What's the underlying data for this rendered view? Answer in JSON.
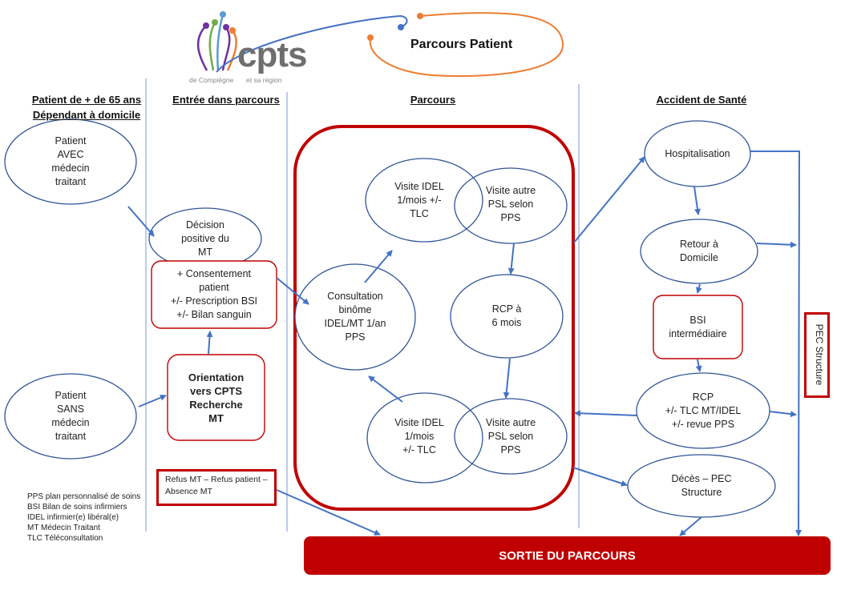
{
  "header": {
    "logo": {
      "brand": "cpts",
      "subtitle_left": "de Compiègne",
      "subtitle_right": "et sa région"
    },
    "title": "Parcours Patient"
  },
  "columns": [
    {
      "id": "patient",
      "label_line1": "Patient de + de 65 ans",
      "label_line2": "Dépendant à domicile"
    },
    {
      "id": "entree",
      "label": "Entrée dans parcours"
    },
    {
      "id": "parcours",
      "label": "Parcours"
    },
    {
      "id": "accident",
      "label": "Accident de Santé"
    }
  ],
  "nodes": {
    "patient_avec": "Patient\nAVEC\nmédecin\ntraitant",
    "patient_sans": "Patient\nSANS\nmédecin\ntraitant",
    "decision": "Décision\npositive du\nMT",
    "consentement": "+ Consentement\npatient\n+/- Prescription BSI\n+/- Bilan sanguin",
    "orientation": "Orientation\nvers CPTS\nRecherche\nMT",
    "refus": "Refus MT – Refus patient –\nAbsence MT",
    "visite_idel_top": "Visite IDEL\n1/mois +/-\nTLC",
    "visite_psl_top": "Visite autre\nPSL selon\nPPS",
    "consultation": "Consultation\nbinôme\nIDEL/MT 1/an\nPPS",
    "rcp_6mois": "RCP à\n6 mois",
    "visite_idel_bottom": "Visite IDEL\n1/mois\n+/- TLC",
    "visite_psl_bottom": "Visite autre\nPSL selon\nPPS",
    "hospitalisation": "Hospitalisation",
    "retour": "Retour à\nDomicile",
    "bsi": "BSI\nintermédiaire",
    "rcp_tlc": "RCP\n+/- TLC MT/IDEL\n+/- revue PPS",
    "deces": "Décès – PEC\nStructure",
    "pec_structure": "PEC Structure",
    "sortie": "SORTIE DU PARCOURS"
  },
  "legend": [
    "PPS plan personnalisé de soins",
    "BSI Bilan de soins infirmiers",
    "IDEL infirmier(e) libéral(e)",
    "MT Médecin Traitant",
    "TLC Téléconsultation"
  ],
  "colors": {
    "node_stroke": "#2f5597",
    "arrow": "#4472c4",
    "red": "#c00000",
    "divider": "#8faadc",
    "orange": "#ed7d31"
  }
}
